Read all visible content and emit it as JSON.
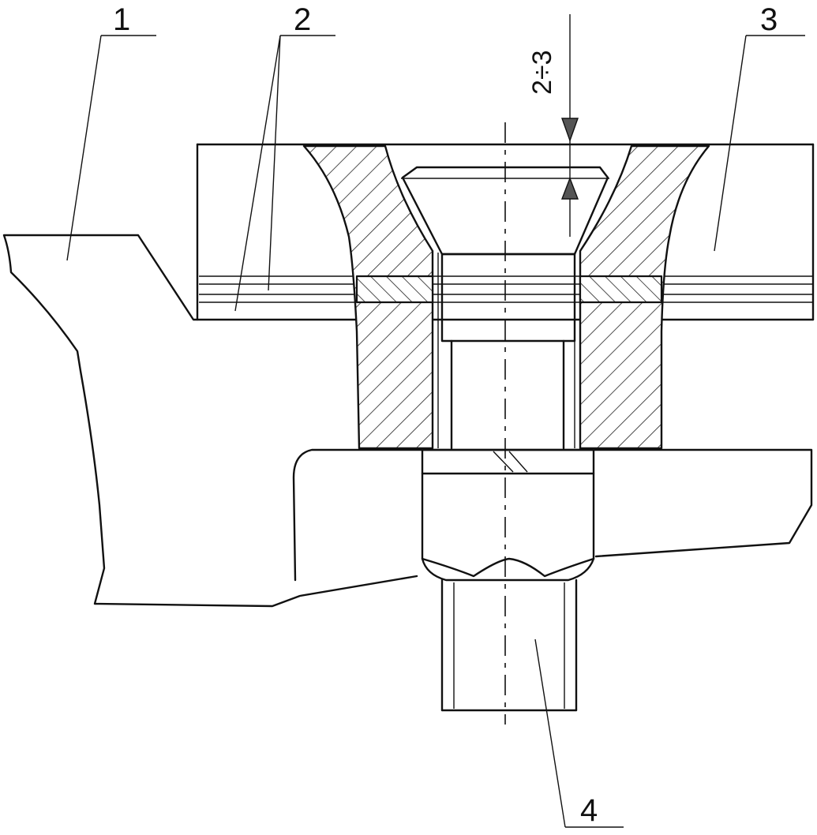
{
  "callouts": {
    "part_1": "1",
    "part_2": "2",
    "part_3": "3",
    "part_4": "4"
  },
  "dimension": {
    "gap_range": "2÷3"
  }
}
